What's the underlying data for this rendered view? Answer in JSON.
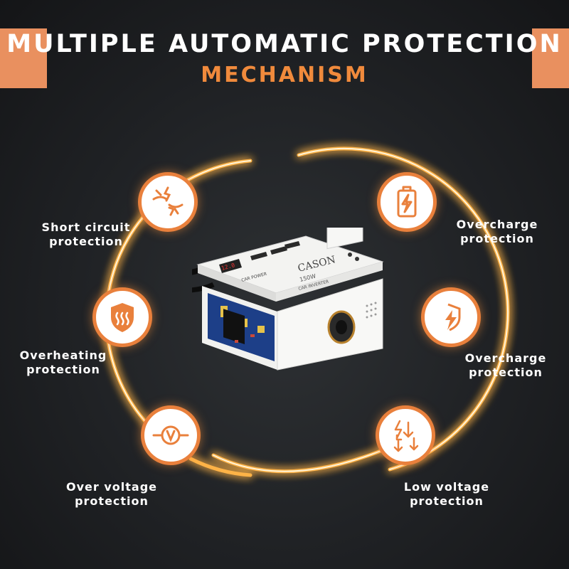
{
  "header": {
    "title": "Multiple automatic protection",
    "subtitle": "MECHANISM"
  },
  "features": [
    {
      "icon": "short-circuit-icon",
      "line1": "Short circuit",
      "line2": "protection"
    },
    {
      "icon": "battery-overcharge-icon",
      "line1": "Overcharge",
      "line2": "protection"
    },
    {
      "icon": "heat-shield-icon",
      "line1": "Overheating",
      "line2": "protection"
    },
    {
      "icon": "shield-bolt-icon",
      "line1": "Overcharge",
      "line2": "protection"
    },
    {
      "icon": "voltmeter-icon",
      "line1": "Over voltage",
      "line2": "protection"
    },
    {
      "icon": "low-voltage-arrows-icon",
      "line1": "Low voltage",
      "line2": "protection"
    }
  ],
  "product": {
    "brand": "CASON",
    "model": "150W",
    "type": "CAR INVERTER",
    "display": "12.0",
    "label": "CAR POWER"
  },
  "colors": {
    "accent": "#f08a3c",
    "corner": "#e9905f",
    "ring": "#ffb347",
    "background": "#1f2124"
  }
}
